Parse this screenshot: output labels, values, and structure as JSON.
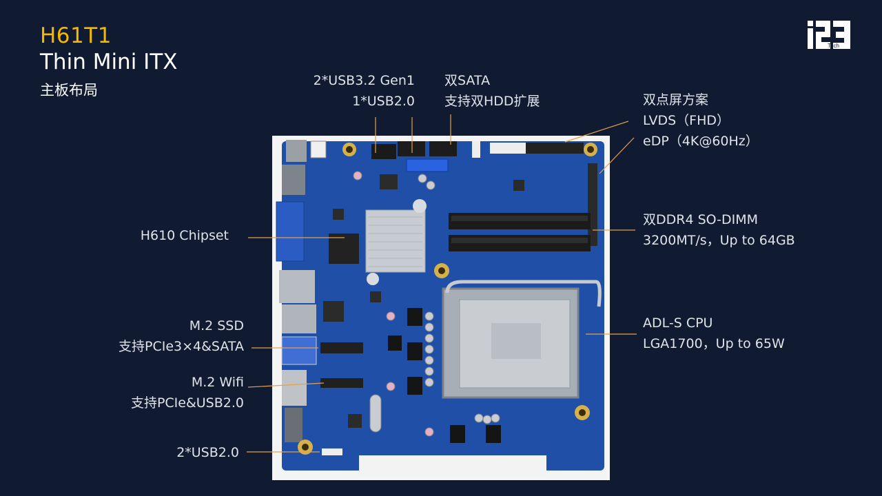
{
  "title": {
    "model": "H61T1",
    "form_factor": "Thin Mini ITX",
    "subtitle": "主板布局"
  },
  "logo": {
    "text": "Tech"
  },
  "colors": {
    "background": "#101a31",
    "accent": "#f5b800",
    "leader": "#e3a24a",
    "pcb": "#1f4fa6"
  },
  "labels": {
    "usb_header": {
      "line1": "2*USB3.2 Gen1",
      "line2": "1*USB2.0"
    },
    "sata": {
      "line1": "双SATA",
      "line2": "支持双HDD扩展"
    },
    "display": {
      "line1": "双点屏方案",
      "line2": "LVDS（FHD）",
      "line3": "eDP（4K@60Hz）"
    },
    "chipset": {
      "line1": "H610 Chipset"
    },
    "memory": {
      "line1": "双DDR4 SO-DIMM",
      "line2": "3200MT/s，Up to 64GB"
    },
    "m2_ssd": {
      "line1": "M.2 SSD",
      "line2": "支持PCIe3×4&SATA"
    },
    "cpu": {
      "line1": "ADL-S CPU",
      "line2": "LGA1700，Up to 65W"
    },
    "m2_wifi": {
      "line1": "M.2 Wifi",
      "line2": "支持PCIe&USB2.0"
    },
    "usb_rear": {
      "line1": "2*USB2.0"
    }
  }
}
